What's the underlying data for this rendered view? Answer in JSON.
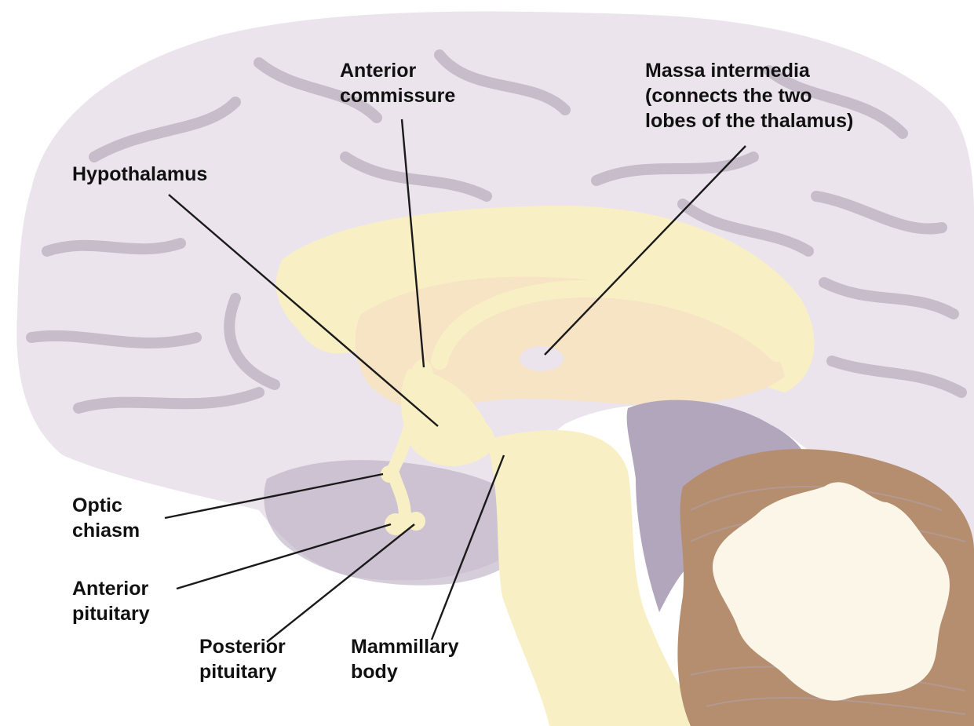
{
  "colors": {
    "cortex": "#ebe4ec",
    "cortex_groove": "#c6bcca",
    "white_matter": "#f8f0c4",
    "thalamus": "#f6e4c4",
    "brainstem_shadow": "#b2a6bc",
    "cerebellum_outer": "#b48e6e",
    "cerebellum_arbor": "#fbf6e8",
    "leader_line": "#1a1a1a",
    "label_text": "#111111"
  },
  "labels": {
    "anterior_commissure": [
      "Anterior",
      "commissure"
    ],
    "massa_intermedia": [
      "Massa intermedia",
      "(connects the two",
      "lobes of the thalamus)"
    ],
    "hypothalamus": [
      "Hypothalamus"
    ],
    "optic_chiasm": [
      "Optic",
      "chiasm"
    ],
    "anterior_pituitary": [
      "Anterior",
      "pituitary"
    ],
    "posterior_pituitary": [
      "Posterior",
      "pituitary"
    ],
    "mammillary_body": [
      "Mammillary",
      "body"
    ]
  }
}
